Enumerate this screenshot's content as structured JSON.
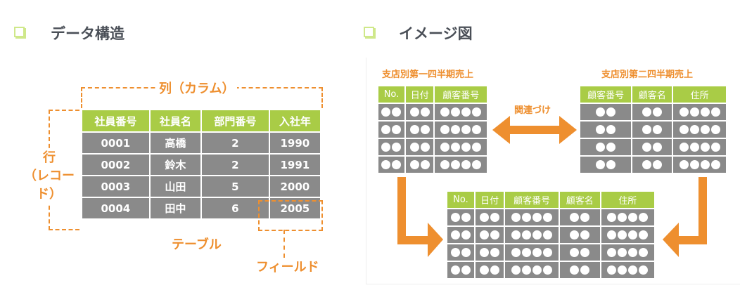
{
  "sections": {
    "left_title": "データ構造",
    "right_title": "イメージ図"
  },
  "left": {
    "column_label": "列（カラム）",
    "row_label_1": "行",
    "row_label_2": "（レコード）",
    "table_label": "テーブル",
    "field_label": "フィールド",
    "table": {
      "headers": [
        "社員番号",
        "社員名",
        "部門番号",
        "入社年"
      ],
      "rows": [
        [
          "0001",
          "高橋",
          "2",
          "1990"
        ],
        [
          "0002",
          "鈴木",
          "2",
          "1991"
        ],
        [
          "0003",
          "山田",
          "5",
          "2000"
        ],
        [
          "0004",
          "田中",
          "6",
          "2005"
        ]
      ]
    }
  },
  "right": {
    "q1_title": "支店別第一四半期売上",
    "q2_title": "支店別第二四半期売上",
    "relation_label": "関連づけ",
    "q1_table": {
      "headers": [
        "No.",
        "日付",
        "顧客番号"
      ],
      "dots": [
        2,
        2,
        4
      ],
      "rows": 4
    },
    "q2_table": {
      "headers": [
        "顧客番号",
        "顧客名",
        "住所"
      ],
      "dots": [
        2,
        2,
        4
      ],
      "rows": 4
    },
    "merged_table": {
      "headers": [
        "No.",
        "日付",
        "顧客番号",
        "顧客名",
        "住所"
      ],
      "dots": [
        2,
        2,
        4,
        2,
        4
      ],
      "rows": 4
    }
  },
  "colors": {
    "accent": "#ee8f2f",
    "header_green": "#a9cc46",
    "cell_gray": "#8a8a8a"
  }
}
